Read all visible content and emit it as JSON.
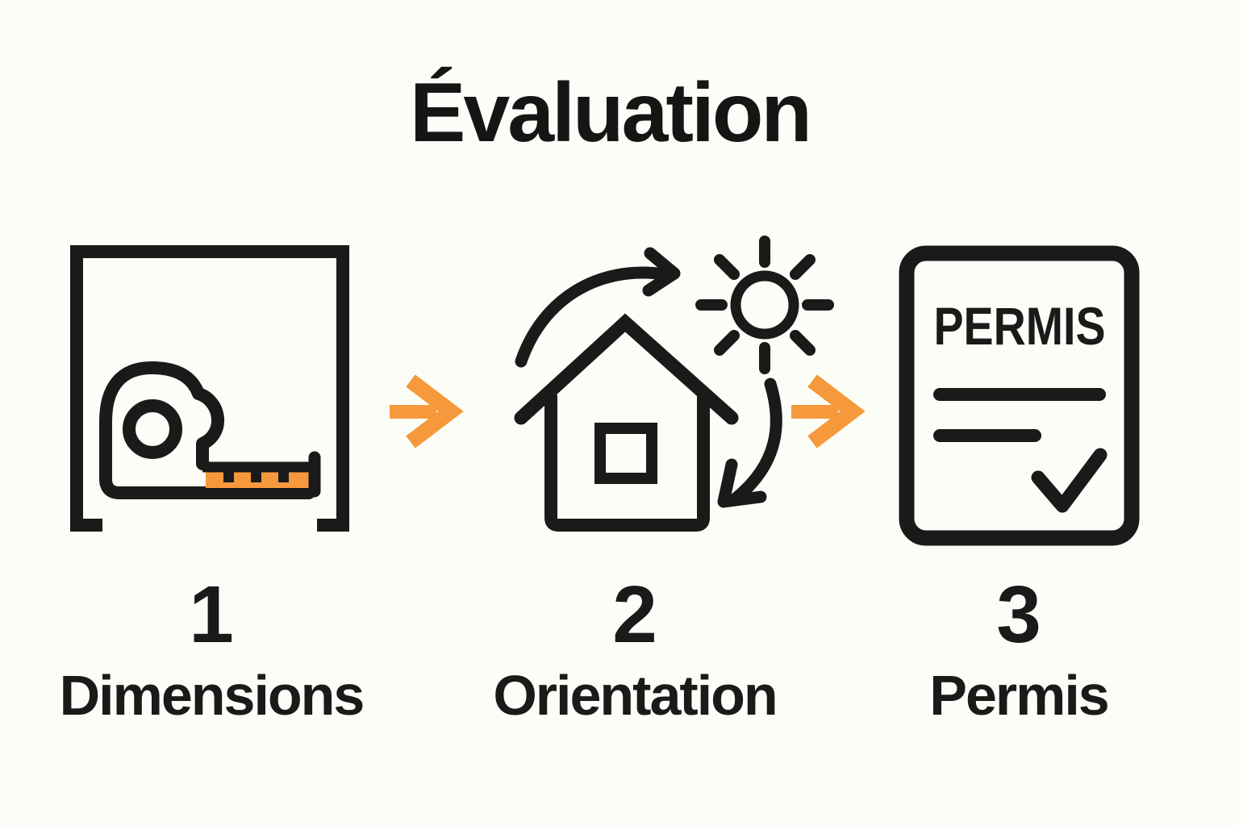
{
  "title": "Évaluation",
  "colors": {
    "ink": "#1A1A1A",
    "accent_orange": "#F6993C",
    "background": "#FDFDF7"
  },
  "steps": [
    {
      "number": "1",
      "label": "Dimensions",
      "icon": "tape-measure-in-frame-icon"
    },
    {
      "number": "2",
      "label": "Orientation",
      "icon": "house-sun-rotation-icon"
    },
    {
      "number": "3",
      "label": "Permis",
      "icon": "permit-document-check-icon",
      "document_title": "PERMIS"
    }
  ],
  "connectors": [
    {
      "icon": "arrow-right-icon"
    },
    {
      "icon": "arrow-right-icon"
    }
  ]
}
